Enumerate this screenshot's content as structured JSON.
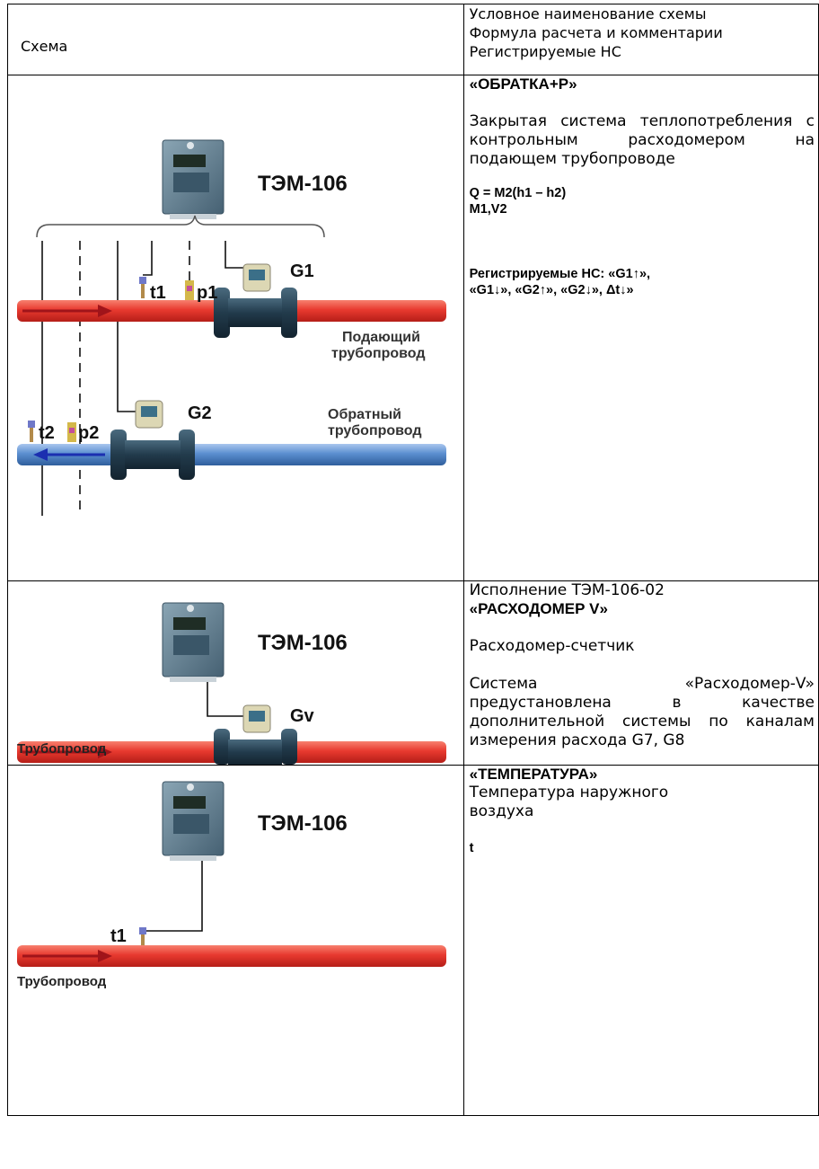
{
  "header": {
    "col1": "Схема",
    "col2": [
      "Условное наименование схемы",
      "Формула расчета и комментарии",
      "Регистрируемые НС"
    ]
  },
  "row1": {
    "device_label": "ТЭМ-106",
    "sensor_labels": [
      "t1",
      "p1",
      "G1",
      "t2",
      "p2",
      "G2"
    ],
    "pipe_labels": [
      "Подающий",
      "трубопровод",
      "Обратный",
      "трубопровод"
    ],
    "title": "«ОБРАТКА+Р»",
    "description": "Закрытая система теплопотребления с контрольным расходомером на подающем трубопроводе",
    "formula": "Q = M2(h1 – h2)",
    "params": "M1,V2",
    "ns_line1": "Регистрируемые НС: «G1↑»,",
    "ns_line2": "«G1↓», «G2↑», «G2↓», Δt↓»"
  },
  "row2": {
    "device_label": "ТЭМ-106",
    "sensor_label": "Gv",
    "pipe_label": "Трубопровод",
    "variant": "Исполнение ТЭМ-106-02",
    "title": "«РАСХОДОМЕР V»",
    "subtitle": "Расходомер-счетчик",
    "description": "Система «Расходомер-V» предустановлена в качестве дополнительной системы по каналам измерения расхода G7, G8"
  },
  "row3": {
    "device_label": "ТЭМ-106",
    "sensor_label": "t1",
    "pipe_label": "Трубопровод",
    "title": "«ТЕМПЕРАТУРА»",
    "description_l1": "Температура наружного",
    "description_l2": "воздуха",
    "formula": "t"
  },
  "colors": {
    "supply_pipe": "#e8392f",
    "return_pipe": "#5b8fd0",
    "flow_arrow_red": "#c0171c",
    "flow_arrow_blue": "#1b2fb0"
  }
}
